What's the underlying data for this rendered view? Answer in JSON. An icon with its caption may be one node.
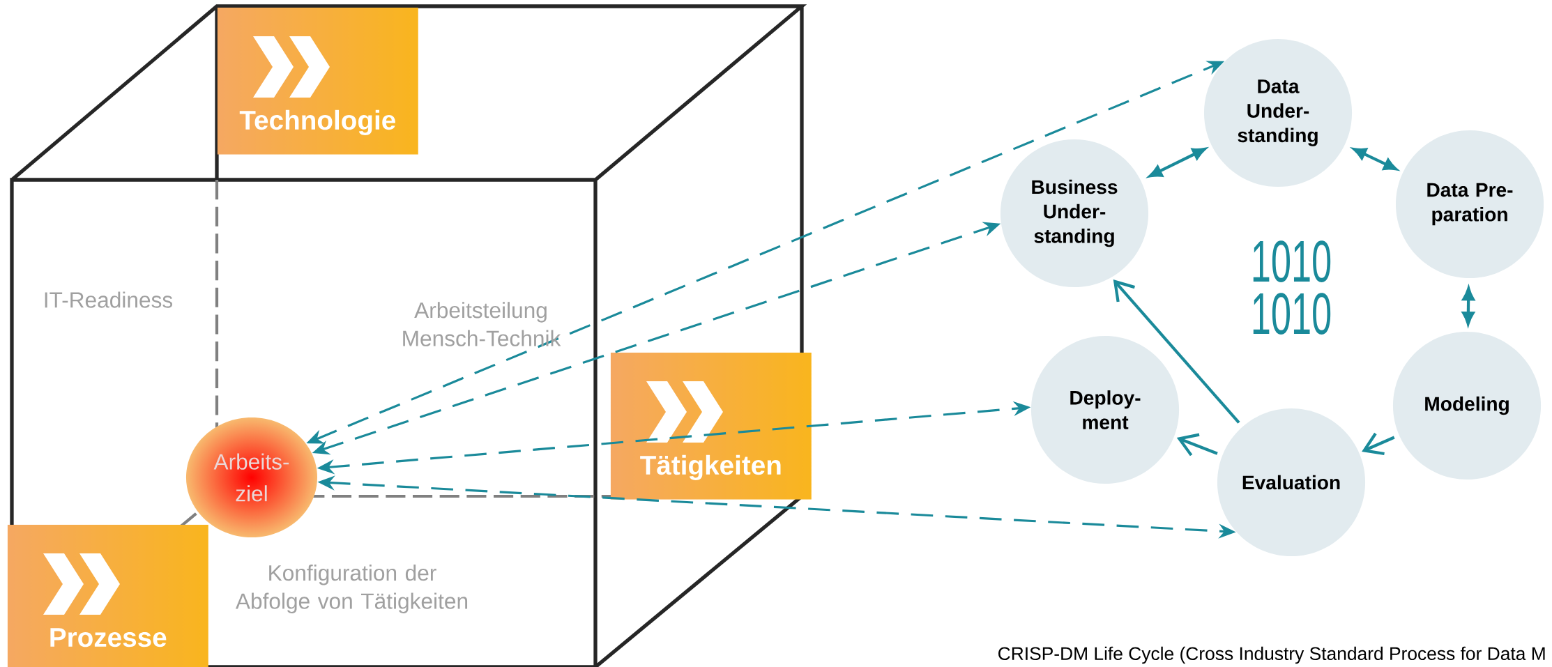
{
  "diagram": {
    "caption": "CRISP-DM Life Cycle  (Cross Industry Standard Process for Data M",
    "nodes": [
      {
        "text": [
          "Technologie"
        ]
      },
      {
        "text": [
          "Tätigkeiten"
        ]
      },
      {
        "text": [
          "Prozesse"
        ]
      },
      {
        "text": [
          "Arbeits- ziel"
        ]
      },
      {
        "text": [
          "Data Under- standing"
        ]
      },
      {
        "text": [
          "Business Under- standing"
        ]
      },
      {
        "text": [
          "Data Pre- paration"
        ]
      },
      {
        "text": [
          "Deploy- ment"
        ]
      },
      {
        "text": [
          "Modeling"
        ]
      },
      {
        "text": [
          "Evaluation"
        ]
      }
    ],
    "edges": [
      {
        "from": 3,
        "to": 4,
        "arrow": "both",
        "style": "dashed"
      },
      {
        "from": 3,
        "to": 5,
        "arrow": "both",
        "style": "dashed"
      },
      {
        "from": 3,
        "to": 7,
        "arrow": "both",
        "style": "dashed"
      },
      {
        "from": 3,
        "to": 9,
        "arrow": "both",
        "style": "dashed"
      },
      {
        "from": 5,
        "to": 4,
        "arrow": "both"
      },
      {
        "from": 4,
        "to": 6,
        "arrow": "both"
      },
      {
        "from": 6,
        "to": 8,
        "arrow": "both"
      },
      {
        "from": 8,
        "to": 9,
        "arrow": "to"
      },
      {
        "from": 9,
        "to": 7,
        "arrow": "to"
      },
      {
        "from": 9,
        "to": 5,
        "arrow": "to"
      }
    ],
    "labels": [
      "IT-Readiness",
      "Arbeitsteilung Mensch-Technik",
      "Konfiguration der Abfolge von Tätigkeiten",
      "1010",
      "1010"
    ]
  }
}
